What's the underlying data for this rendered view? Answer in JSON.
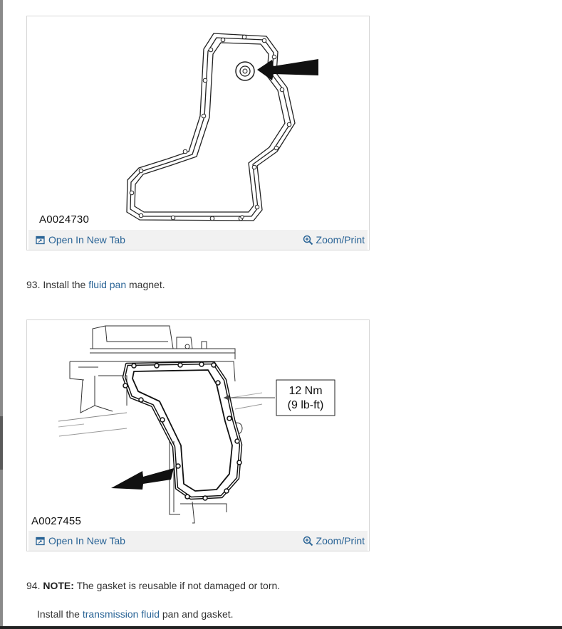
{
  "figures": [
    {
      "code": "A0024730",
      "open_label": "Open In New Tab",
      "zoom_label": "Zoom/Print"
    },
    {
      "code": "A0027455",
      "torque_metric": "12 Nm",
      "torque_imperial": "(9 lb-ft)",
      "open_label": "Open In New Tab",
      "zoom_label": "Zoom/Print"
    }
  ],
  "steps": {
    "s93": {
      "number": "93.",
      "before": "Install the",
      "link": "fluid pan",
      "after": "magnet."
    },
    "s94": {
      "number": "94.",
      "note_label": "NOTE:",
      "note_text": "The gasket is reusable if not damaged or torn."
    },
    "s94b": {
      "before": "Install the",
      "link": "transmission fluid",
      "after": "pan and gasket."
    }
  },
  "colors": {
    "link": "#2a6496",
    "bar": "#f1f1f1",
    "border": "#d6d6d6"
  }
}
